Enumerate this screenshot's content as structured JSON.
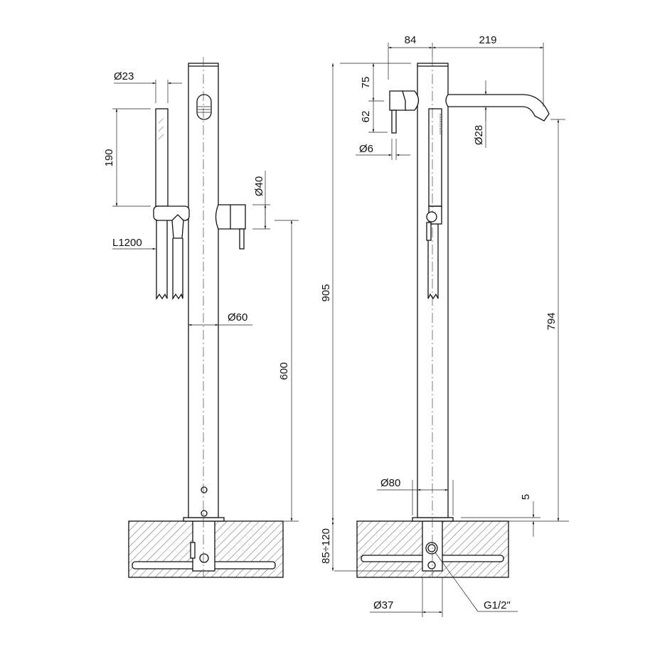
{
  "title": "Freestanding bath mixer with hand shower - dimensional drawing",
  "units": "mm",
  "left_view": {
    "hand_shower_diameter": "Ø23",
    "hand_shower_length": "190",
    "hose_length": "L1200",
    "mixer_diameter": "Ø40",
    "column_diameter": "Ø60",
    "mixer_height": "600"
  },
  "right_view": {
    "mixer_offset": "84",
    "spout_reach": "219",
    "top_to_mixer": "75",
    "mixer_to_lever_end": "62",
    "lever_diameter": "Ø6",
    "spout_diameter": "Ø28",
    "total_height": "905",
    "spout_height": "794",
    "flange_diameter": "Ø80",
    "flange_height": "5",
    "embed_depth": "85÷120",
    "pipe_diameter": "Ø37",
    "connection": "G1/2\""
  }
}
